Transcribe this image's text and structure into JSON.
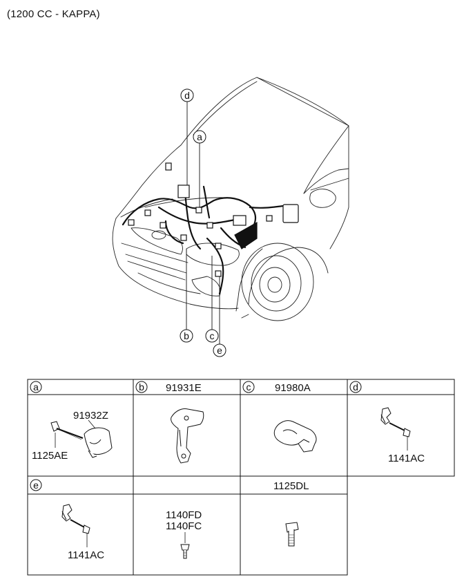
{
  "header": {
    "title": "(1200 CC - KAPPA)"
  },
  "callouts": [
    {
      "letter": "d"
    },
    {
      "letter": "a"
    },
    {
      "letter": "b"
    },
    {
      "letter": "c"
    },
    {
      "letter": "e"
    }
  ],
  "table": {
    "row1": [
      {
        "letter": "a",
        "part": "",
        "items": [
          "91932Z",
          "1125AE"
        ]
      },
      {
        "letter": "b",
        "part": "91931E",
        "items": []
      },
      {
        "letter": "c",
        "part": "91980A",
        "items": []
      },
      {
        "letter": "d",
        "part": "",
        "items": [
          "1141AC"
        ]
      }
    ],
    "row2": [
      {
        "letter": "e",
        "part": "",
        "items": [
          "1141AC"
        ]
      },
      {
        "letter": "",
        "part": "",
        "items": [
          "1140FD",
          "1140FC"
        ]
      },
      {
        "letter": "",
        "part": "1125DL",
        "items": []
      }
    ]
  }
}
